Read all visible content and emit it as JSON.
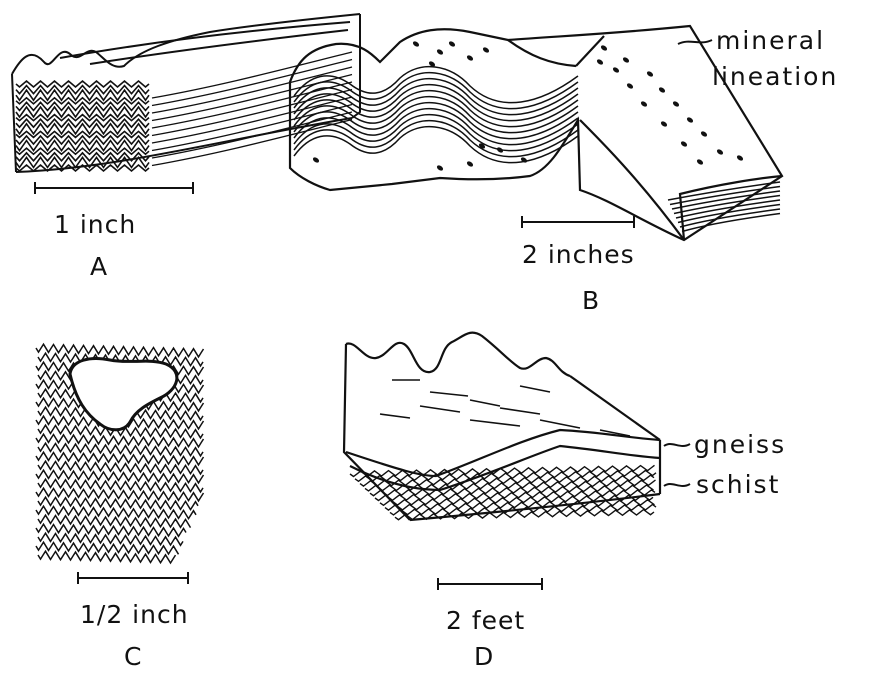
{
  "panels": {
    "a": {
      "letter": "A",
      "scale_label": "1 inch"
    },
    "b": {
      "letter": "B",
      "scale_label": "2 inches",
      "annotations": {
        "mineral": "mineral",
        "lineation": "lineation"
      }
    },
    "c": {
      "letter": "C",
      "scale_label": "1/2 inch"
    },
    "d": {
      "letter": "D",
      "scale_label": "2 feet",
      "annotations": {
        "gneiss": "gneiss",
        "schist": "schist"
      }
    }
  },
  "ink_color": "#111111"
}
